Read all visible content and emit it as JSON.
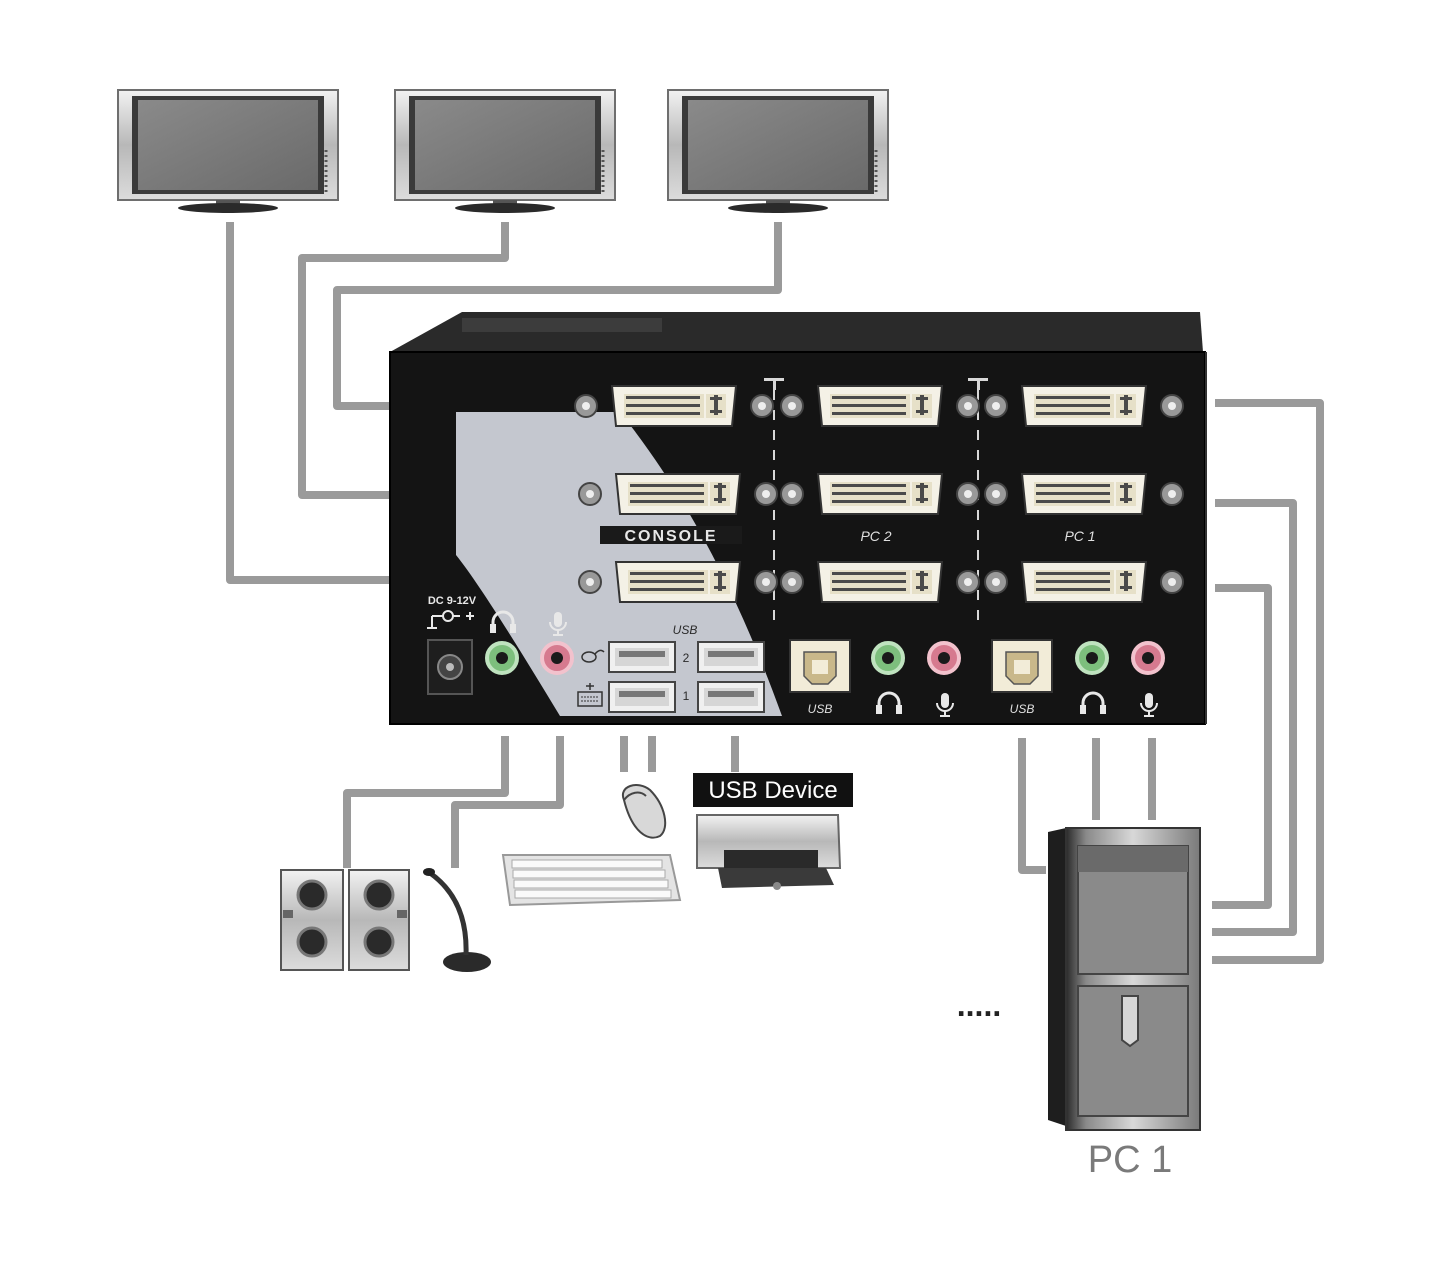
{
  "kvm": {
    "power_label": "DC 9-12V",
    "usb_hub_label": "USB",
    "hub_row_top": "2",
    "hub_row_bottom": "1",
    "console_label": "CONSOLE",
    "pc2_label": "PC 2",
    "pc1_label": "PC 1",
    "pc2_usb_label": "USB",
    "pc1_usb_label": "USB"
  },
  "devices": {
    "usb_device_label": "USB Device",
    "pc_label": "PC 1",
    "more_indicator": "....."
  },
  "colors": {
    "cable": "#9a9a9a",
    "chassis": "#141414",
    "console_panel": "#c4c7cf",
    "port_face": "#e6e0c8",
    "audio_out": "#7dbf7d",
    "audio_in": "#d67a8f"
  },
  "icons": [
    "monitor-icon",
    "speaker-icon",
    "microphone-icon",
    "keyboard-icon",
    "mouse-icon",
    "printer-icon",
    "pc-tower-icon",
    "headphone-icon",
    "mic-jack-icon",
    "power-icon",
    "usb-b-port-icon",
    "dvi-port-icon"
  ]
}
